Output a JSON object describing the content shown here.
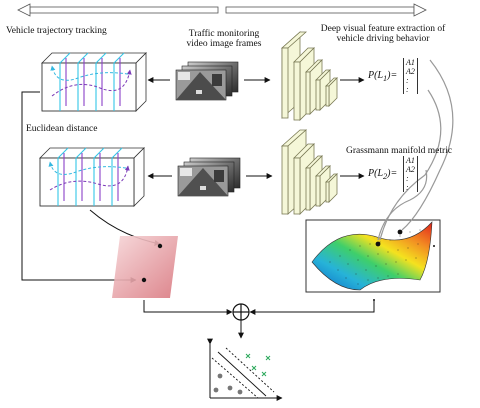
{
  "labels": {
    "vehicle_tracking": "Vehicle trajectory tracking",
    "traffic_monitoring_line1": "Traffic monitoring",
    "traffic_monitoring_line2": "video image frames",
    "deep_feature_line1": "Deep visual feature extraction of",
    "deep_feature_line2": "vehicle driving behavior",
    "euclidean": "Euclidean distance",
    "grassmann": "Grassmann manifold metric"
  },
  "formulas": {
    "p1": "P(L",
    "p1_sub": "1",
    "p1_tail": ")=",
    "p2": "P(L",
    "p2_sub": "2",
    "p2_tail": ")=",
    "matrix_rows": [
      "A1",
      "A2",
      ":",
      ":"
    ]
  },
  "colors": {
    "cube_cyan": "#33c5e6",
    "cube_purple": "#8a3fc8",
    "arrow_cyan": "#35b8e0",
    "arrow_purple": "#7b3bb8",
    "cnn_fill": "#f5f7d8",
    "cnn_stroke": "#7a7a55",
    "red_plane": "#d9777f",
    "manifold_high": "#e8302a",
    "manifold_mid": "#f7e51f",
    "manifold_low": "#2aa3e0"
  }
}
